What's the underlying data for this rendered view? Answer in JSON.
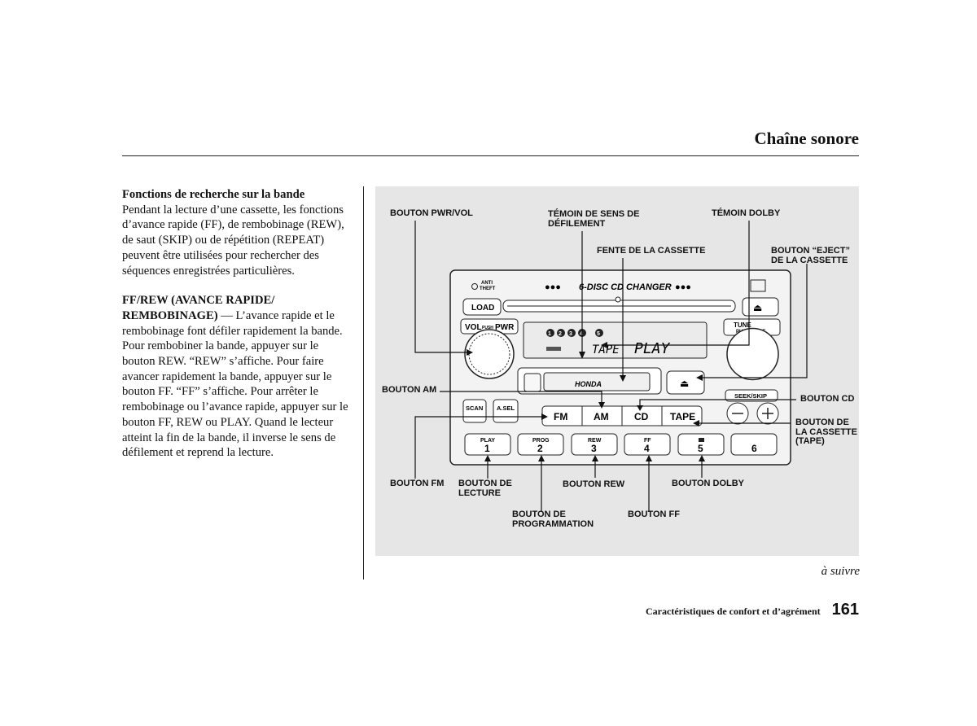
{
  "header": {
    "title": "Chaîne sonore"
  },
  "left_column": {
    "heading": "Fonctions de recherche sur la bande",
    "intro": "Pendant la lecture d’une cassette, les fonctions d’avance rapide (FF), de rembobinage (REW), de saut (SKIP) ou de répétition (REPEAT) peuvent être utilisées pour rechercher des séquences enregistrées particulières.",
    "ffrew_heading": "FF/REW (AVANCE RAPIDE/ REMBOBINAGE)",
    "ffrew_dash": " — ",
    "ffrew_body": "L’avance rapide et le rembobinage font défiler rapidement la bande. Pour rembobiner la bande, appuyer sur le bouton REW. “REW” s’affiche. Pour faire avancer rapidement la bande, appuyer sur le bouton FF. “FF” s’affiche. Pour arrêter le rembobinage ou l’avance rapide, appuyer sur le bouton FF, REW ou PLAY. Quand le lecteur atteint la fin de la bande, il inverse le sens de défilement et reprend la lecture."
  },
  "figure": {
    "labels": {
      "pwr_vol": "BOUTON PWR/VOL",
      "direction_1": "TÉMOIN DE SENS DE",
      "direction_2": "DÉFILEMENT",
      "dolby_ind": "TÉMOIN DOLBY",
      "slot": "FENTE DE LA CASSETTE",
      "eject_1": "BOUTON “EJECT”",
      "eject_2": "DE LA CASSETTE",
      "am": "BOUTON AM",
      "cd": "BOUTON CD",
      "tape_1": "BOUTON DE",
      "tape_2": "LA CASSETTE",
      "tape_3": "(TAPE)",
      "fm": "BOUTON FM",
      "play_1": "BOUTON DE",
      "play_2": "LECTURE",
      "rew": "BOUTON REW",
      "dolby_btn": "BOUTON DOLBY",
      "prog_1": "BOUTON DE",
      "prog_2": "PROGRAMMATION",
      "ff": "BOUTON FF"
    },
    "radio": {
      "anti_theft_1": "ANTI",
      "anti_theft_2": "THEFT",
      "changer": "6-DISC CD CHANGER",
      "load": "LOAD",
      "vol": "VOL",
      "push": "PUSH",
      "pwr": "PWR",
      "tune": "TUNE",
      "push_mode": "PUSH MODE",
      "display_tape": "TAPE",
      "display_play": "PLAY",
      "honda": "HONDA",
      "seek_skip": "SEEK/SKIP",
      "scan": "SCAN",
      "asel": "A.SEL",
      "fm": "FM",
      "am": "AM",
      "cd": "CD",
      "tape": "TAPE",
      "preset_play": "PLAY",
      "preset_prog": "PROG",
      "preset_rew": "REW",
      "preset_ff": "FF",
      "presets": [
        "1",
        "2",
        "3",
        "4",
        "5",
        "6"
      ],
      "discs": [
        "1",
        "2",
        "3",
        "4",
        "5"
      ]
    }
  },
  "continue_text": "à suivre",
  "footer": {
    "text": "Caractéristiques de confort et d’agrément",
    "page": "161"
  }
}
